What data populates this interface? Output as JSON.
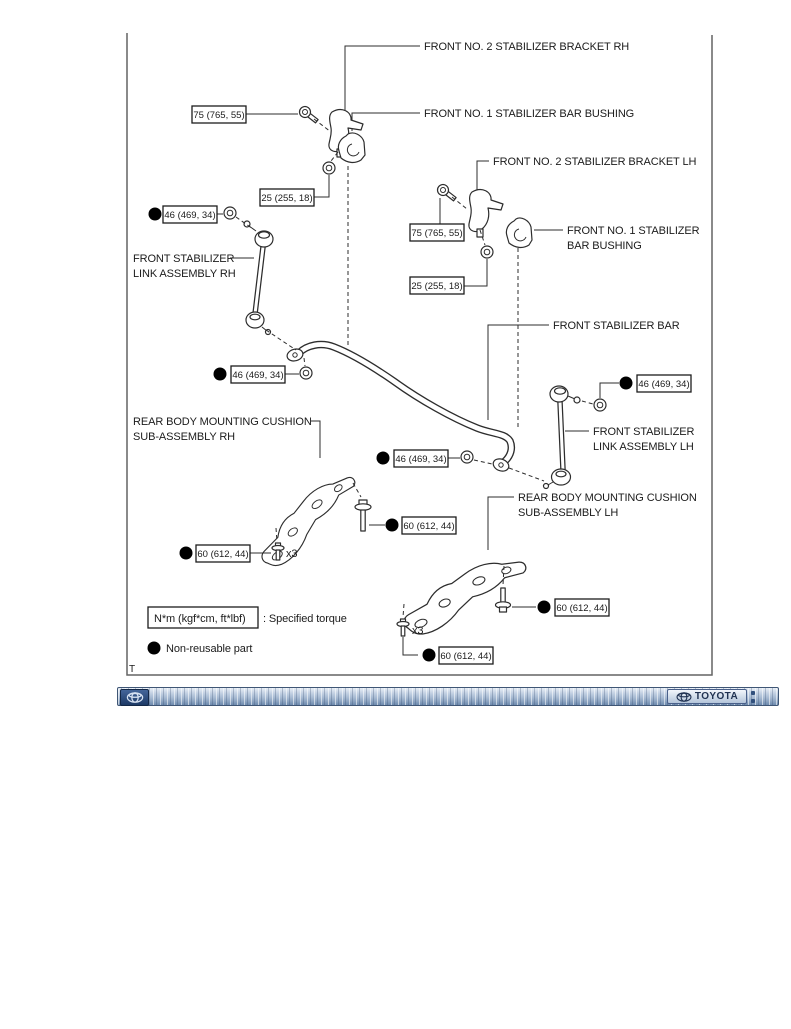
{
  "frame": {
    "corner_mark": "T"
  },
  "labels": {
    "bracket_rh": "FRONT NO. 2 STABILIZER BRACKET RH",
    "bushing_rh": "FRONT NO. 1 STABILIZER BAR BUSHING",
    "bracket_lh": "FRONT NO. 2 STABILIZER BRACKET LH",
    "bushing_lh_1": "FRONT NO. 1 STABILIZER",
    "bushing_lh_2": "BAR BUSHING",
    "link_rh_1": "FRONT STABILIZER",
    "link_rh_2": "LINK ASSEMBLY RH",
    "bar": "FRONT STABILIZER BAR",
    "link_lh_1": "FRONT STABILIZER",
    "link_lh_2": "LINK ASSEMBLY LH",
    "cushion_rh_1": "REAR BODY MOUNTING CUSHION",
    "cushion_rh_2": "SUB-ASSEMBLY RH",
    "cushion_lh_1": "REAR BODY MOUNTING CUSHION",
    "cushion_lh_2": "SUB-ASSEMBLY LH"
  },
  "torques": {
    "t75": "75 (765, 55)",
    "t25": "25 (255, 18)",
    "t46": "46 (469, 34)",
    "t60": "60 (612, 44)",
    "multiplier": "x3"
  },
  "legend": {
    "unit_box": "N*m (kgf*cm, ft*lbf)",
    "unit_desc": ": Specified torque",
    "non_reusable": "Non-reusable part"
  },
  "toolbar": {
    "brand": "TOYOTA"
  },
  "colors": {
    "line": "#2d2d2d",
    "frame_border": "#646464",
    "toolbar_dark_badge": "#1d3a66",
    "toolbar_light": "#a9bcd4"
  }
}
